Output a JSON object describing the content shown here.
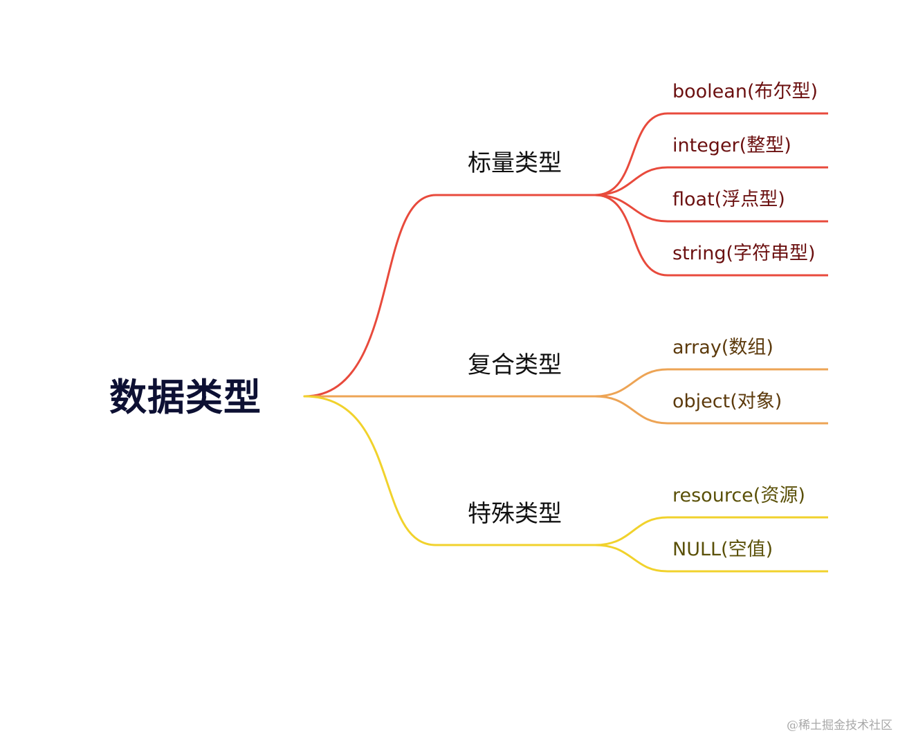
{
  "root": {
    "label": "数据类型"
  },
  "branches": [
    {
      "label": "标量类型",
      "color": "#e84a3c",
      "leaves": [
        "boolean(布尔型)",
        "integer(整型)",
        "float(浮点型)",
        "string(字符串型)"
      ]
    },
    {
      "label": "复合类型",
      "color": "#eda455",
      "leaves": [
        "array(数组)",
        "object(对象)"
      ]
    },
    {
      "label": "特殊类型",
      "color": "#f1d22c",
      "leaves": [
        "resource(资源)",
        "NULL(空值)"
      ]
    }
  ],
  "watermark": "@稀土掘金技术社区"
}
